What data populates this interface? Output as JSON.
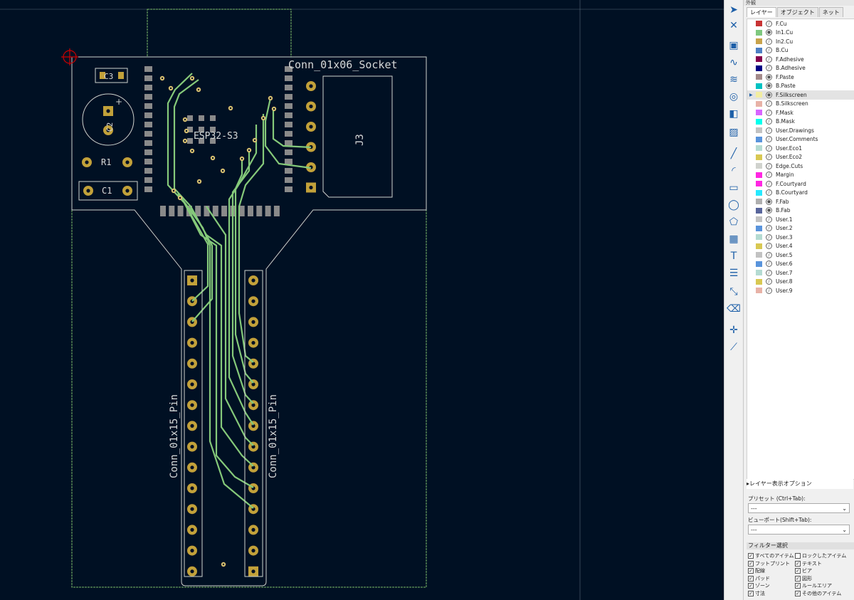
{
  "pcb": {
    "footprint_labels": {
      "conn_socket": "Conn_01x06_Socket",
      "esp": "ESP32-S3",
      "j3": "J3",
      "c3": "C3",
      "c2": "C2",
      "r1": "R1",
      "c1": "C1",
      "pin_left": "Conn_01x15_Pin",
      "pin_right": "Conn_01x15_Pin"
    },
    "colors": {
      "background": "#001023",
      "edge_cuts": "#d0d2cd",
      "courtyard": "#c2c2c2",
      "silkscreen": "#f2eda1",
      "pad": "#c2a13a",
      "pad_gray": "#8a8a8a",
      "track": "#85c97a",
      "via": "#d8c070"
    }
  },
  "panel": {
    "title": "外観",
    "tabs": [
      "レイヤー",
      "オブジェクト",
      "ネット"
    ],
    "layers": [
      {
        "name": "F.Cu",
        "color": "#c83434"
      },
      {
        "name": "In1.Cu",
        "color": "#7fc87f"
      },
      {
        "name": "In2.Cu",
        "color": "#c8a34c"
      },
      {
        "name": "B.Cu",
        "color": "#4d7fc4"
      },
      {
        "name": "F.Adhesive",
        "color": "#84004c"
      },
      {
        "name": "B.Adhesive",
        "color": "#000084"
      },
      {
        "name": "F.Paste",
        "color": "#a38a8a"
      },
      {
        "name": "B.Paste",
        "color": "#00c2c2"
      },
      {
        "name": "F.Silkscreen",
        "color": "#f2eda1"
      },
      {
        "name": "B.Silkscreen",
        "color": "#e8b2a7"
      },
      {
        "name": "F.Mask",
        "color": "#d864ff"
      },
      {
        "name": "B.Mask",
        "color": "#02ffee"
      },
      {
        "name": "User.Drawings",
        "color": "#c2c2c2"
      },
      {
        "name": "User.Comments",
        "color": "#5994dc"
      },
      {
        "name": "User.Eco1",
        "color": "#b4dbd2"
      },
      {
        "name": "User.Eco2",
        "color": "#d8c852"
      },
      {
        "name": "Edge.Cuts",
        "color": "#d0d2cd"
      },
      {
        "name": "Margin",
        "color": "#ff26e2"
      },
      {
        "name": "F.Courtyard",
        "color": "#ff26e2"
      },
      {
        "name": "B.Courtyard",
        "color": "#26e9ff"
      },
      {
        "name": "F.Fab",
        "color": "#afafaf"
      },
      {
        "name": "B.Fab",
        "color": "#58659b"
      },
      {
        "name": "User.1",
        "color": "#c2c2c2"
      },
      {
        "name": "User.2",
        "color": "#5994dc"
      },
      {
        "name": "User.3",
        "color": "#b4dbd2"
      },
      {
        "name": "User.4",
        "color": "#d8c852"
      },
      {
        "name": "User.5",
        "color": "#c2c2c2"
      },
      {
        "name": "User.6",
        "color": "#5994dc"
      },
      {
        "name": "User.7",
        "color": "#b4dbd2"
      },
      {
        "name": "User.8",
        "color": "#d8c852"
      },
      {
        "name": "User.9",
        "color": "#e8b2a7"
      }
    ],
    "selected_layer": "F.Silkscreen",
    "visible_eye_layers": [
      "In1.Cu",
      "F.Paste",
      "B.Paste",
      "F.Silkscreen",
      "F.Fab",
      "B.Fab"
    ],
    "layer_options": "▸レイヤー表示オプション",
    "preset_label": "プリセット (Ctrl+Tab):",
    "preset_value": "---",
    "viewport_label": "ビューポート(Shift+Tab):",
    "viewport_value": "---",
    "filter_title": "フィルター選択",
    "filters_left": [
      "すべてのアイテム",
      "フットプリント",
      "配線",
      "パッド",
      "ゾーン",
      "寸法"
    ],
    "filters_right": [
      "ロックしたアイテム",
      "テキスト",
      "ビア",
      "図形",
      "ルールエリア",
      "その他のアイテム"
    ],
    "filter_checked_right": [
      false,
      true,
      true,
      true,
      true,
      true
    ]
  },
  "toolbar": {
    "icons": [
      "select-arrow-icon",
      "net-inspector-icon",
      "footprint-icon",
      "route-track-icon",
      "tune-length-icon",
      "via-icon",
      "copper-zone-icon",
      "hatched-zone-icon",
      "line-icon",
      "arc-icon",
      "rectangle-icon",
      "circle-icon",
      "polygon-icon",
      "image-icon",
      "text-icon",
      "textbox-icon",
      "dimension-icon",
      "delete-icon",
      "origin-icon",
      "measure-icon"
    ]
  }
}
